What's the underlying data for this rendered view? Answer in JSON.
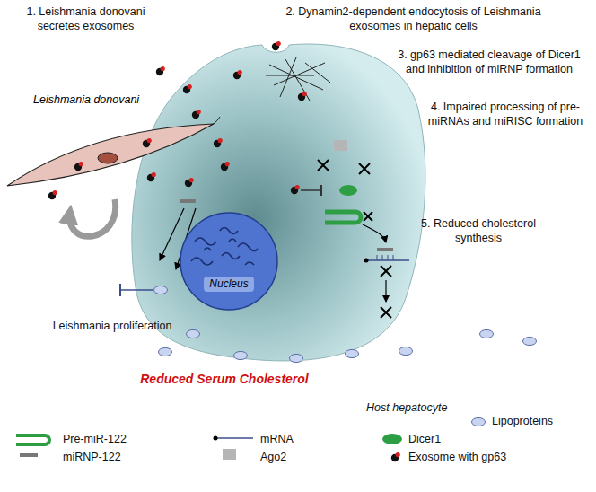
{
  "diagram": {
    "nodes": [
      {
        "text": [
          "Leishmania donovani"
        ]
      },
      {
        "text": [
          "Nucleus"
        ]
      }
    ],
    "labels": [
      "1. Leishmania donovani secretes exosomes",
      "2. Dynamin2-dependent endocytosis of Leishmania exosomes in hepatic cells",
      "3. gp63 mediated cleavage of Dicer1 and inhibition of miRNP formation",
      "4. Impaired processing of pre-miRNAs and miRISC formation",
      "5. Reduced cholesterol synthesis",
      "Leishmania proliferation",
      "Reduced Serum Cholesterol",
      "Host hepatocyte"
    ],
    "legend": [
      {
        "text": "Lipoproteins"
      },
      {
        "text": "Pre-miR-122"
      },
      {
        "text": "miRNP-122"
      },
      {
        "text": "mRNA"
      },
      {
        "text": "Ago2",
        "color": "#b5b5b5"
      },
      {
        "text": "Dicer1",
        "color": "#2e9e44"
      },
      {
        "text": "Exosome with gp63"
      }
    ]
  }
}
